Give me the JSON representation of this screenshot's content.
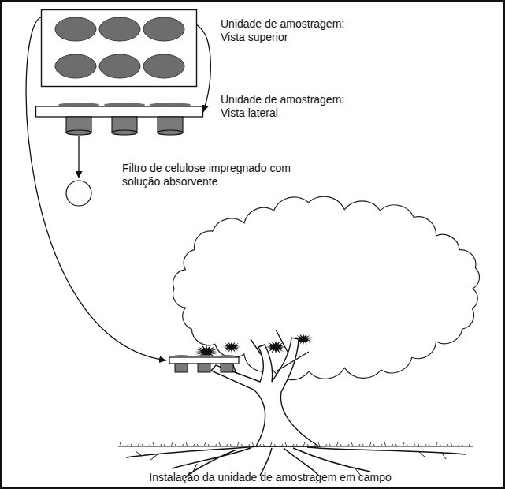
{
  "diagram": {
    "caption": "Instalação da unidade de amostragem em campo",
    "nodes": [
      {
        "text": [
          "Unidade de amostragem: Vista superior"
        ]
      },
      {
        "text": [
          "Unidade de amostragem: Vista lateral"
        ]
      },
      {
        "text": [
          "Filtro de celulose impregnado com solução absorvente"
        ]
      }
    ],
    "edges": [
      {
        "from": 0,
        "to": 1,
        "arrow": "to"
      },
      {
        "from": 1,
        "to": 2,
        "arrow": "to"
      }
    ]
  }
}
